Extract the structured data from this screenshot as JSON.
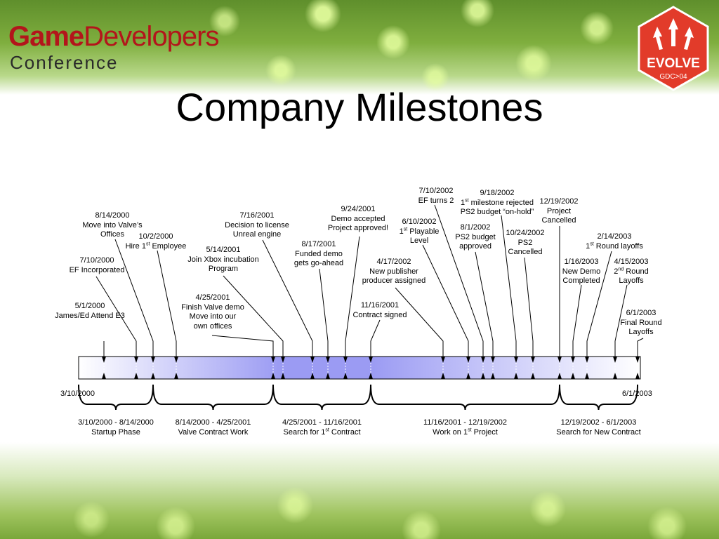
{
  "logo": {
    "line1_bold": "Game",
    "line1_regular": "Developers",
    "line2": "Conference"
  },
  "badge": {
    "word": "EVOLVE",
    "sub": "GDC>04"
  },
  "title": "Company Milestones",
  "timeline": {
    "start_label": "3/10/2000",
    "end_label": "6/1/2003",
    "colors": {
      "bar_start": "#ffffff",
      "bar_peak": "#9b9bf3",
      "bar_end": "#ffffff",
      "line": "#000000"
    },
    "milestones": [
      {
        "date": "5/1/2000",
        "lines": [
          "5/1/2000",
          "James/Ed Attend E3"
        ]
      },
      {
        "date": "7/10/2000",
        "lines": [
          "7/10/2000",
          "EF Incorporated"
        ]
      },
      {
        "date": "8/14/2000",
        "lines": [
          "8/14/2000",
          "Move into Valve’s",
          "Offices"
        ]
      },
      {
        "date": "10/2/2000",
        "lines": [
          "10/2/2000",
          "Hire 1|st| Employee"
        ]
      },
      {
        "date": "4/25/2001",
        "lines": [
          "4/25/2001",
          "Finish Valve demo",
          "Move into our",
          "own offices"
        ]
      },
      {
        "date": "5/14/2001",
        "lines": [
          "5/14/2001",
          "Join Xbox incubation",
          "Program"
        ]
      },
      {
        "date": "7/16/2001",
        "lines": [
          "7/16/2001",
          "Decision to license",
          "Unreal engine"
        ]
      },
      {
        "date": "8/17/2001",
        "lines": [
          "8/17/2001",
          "Funded demo",
          "gets go-ahead"
        ]
      },
      {
        "date": "9/24/2001",
        "lines": [
          "9/24/2001",
          "Demo accepted",
          "Project approved!"
        ]
      },
      {
        "date": "11/16/2001",
        "lines": [
          "11/16/2001",
          "Contract signed"
        ]
      },
      {
        "date": "4/17/2002",
        "lines": [
          "4/17/2002",
          "New publisher",
          "producer assigned"
        ]
      },
      {
        "date": "6/10/2002",
        "lines": [
          "6/10/2002",
          "1|st| Playable",
          "Level"
        ]
      },
      {
        "date": "7/10/2002",
        "lines": [
          "7/10/2002",
          "EF turns 2"
        ]
      },
      {
        "date": "8/1/2002",
        "lines": [
          "8/1/2002",
          "PS2 budget",
          "approved"
        ]
      },
      {
        "date": "9/18/2002",
        "lines": [
          "9/18/2002",
          "1|st| milestone rejected",
          "PS2 budget “on-hold”"
        ]
      },
      {
        "date": "10/24/2002",
        "lines": [
          "10/24/2002",
          "PS2",
          "Cancelled"
        ]
      },
      {
        "date": "12/19/2002",
        "lines": [
          "12/19/2002",
          "Project",
          "Cancelled"
        ]
      },
      {
        "date": "1/16/2003",
        "lines": [
          "1/16/2003",
          "New Demo",
          "Completed"
        ]
      },
      {
        "date": "2/14/2003",
        "lines": [
          "2/14/2003",
          "1|st| Round layoffs"
        ]
      },
      {
        "date": "4/15/2003",
        "lines": [
          "4/15/2003",
          "2|nd| Round",
          "Layoffs"
        ]
      },
      {
        "date": "6/1/2003",
        "lines": [
          "6/1/2003",
          "Final Round",
          "Layoffs"
        ]
      }
    ],
    "phases": [
      {
        "from": "3/10/2000",
        "to": "8/14/2000",
        "lines": [
          "3/10/2000 - 8/14/2000",
          "Startup Phase"
        ]
      },
      {
        "from": "8/14/2000",
        "to": "4/25/2001",
        "lines": [
          "8/14/2000 - 4/25/2001",
          "Valve Contract Work"
        ]
      },
      {
        "from": "4/25/2001",
        "to": "11/16/2001",
        "lines": [
          "4/25/2001 - 11/16/2001",
          "Search for 1|st| Contract"
        ]
      },
      {
        "from": "11/16/2001",
        "to": "12/19/2002",
        "lines": [
          "11/16/2001 - 12/19/2002",
          "Work on 1|st| Project"
        ]
      },
      {
        "from": "12/19/2002",
        "to": "6/1/2003",
        "lines": [
          "12/19/2002 - 6/1/2003",
          "Search for New Contract"
        ]
      }
    ]
  }
}
